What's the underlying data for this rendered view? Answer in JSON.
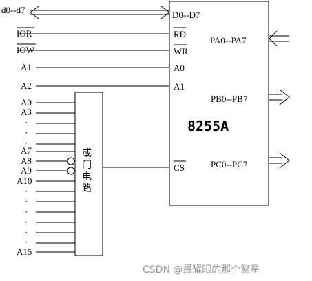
{
  "chip": {
    "name": "8255A",
    "left_pins": [
      "D0--D7",
      "RD",
      "WR",
      "A0",
      "A1",
      "CS"
    ],
    "right_ports": [
      "PA0--PA7",
      "PB0--PB7",
      "PC0--PC7"
    ]
  },
  "cpu_signals": [
    "d0--d7",
    "IOR",
    "IOW",
    "A1",
    "A2"
  ],
  "or_gate": {
    "label_chars": [
      "或",
      "门",
      "电",
      "路"
    ],
    "inputs": [
      "A0",
      "A3",
      "A7",
      "A8",
      "A9",
      "A10",
      "A15"
    ],
    "dots": "·"
  },
  "watermark": "CSDN @最耀眼的那个繁星"
}
